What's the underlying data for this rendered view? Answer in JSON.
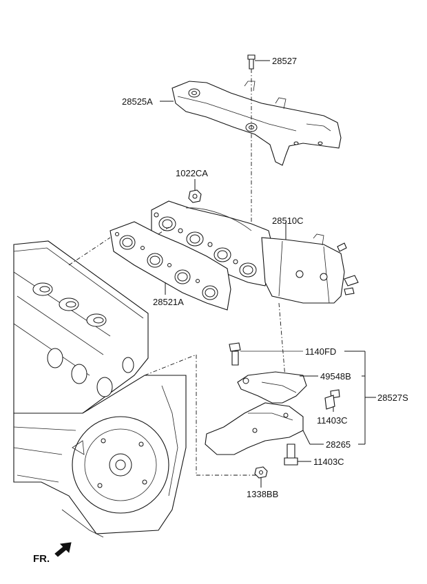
{
  "labels": {
    "p28527": "28527",
    "p28525A": "28525A",
    "p1022CA": "1022CA",
    "p28510C": "28510C",
    "p28521A": "28521A",
    "p1140FD": "1140FD",
    "p49548B": "49548B",
    "p28527S": "28527S",
    "p11403C_a": "11403C",
    "p28265": "28265",
    "p11403C_b": "11403C",
    "p1338BB": "1338BB",
    "fr": "FR."
  }
}
